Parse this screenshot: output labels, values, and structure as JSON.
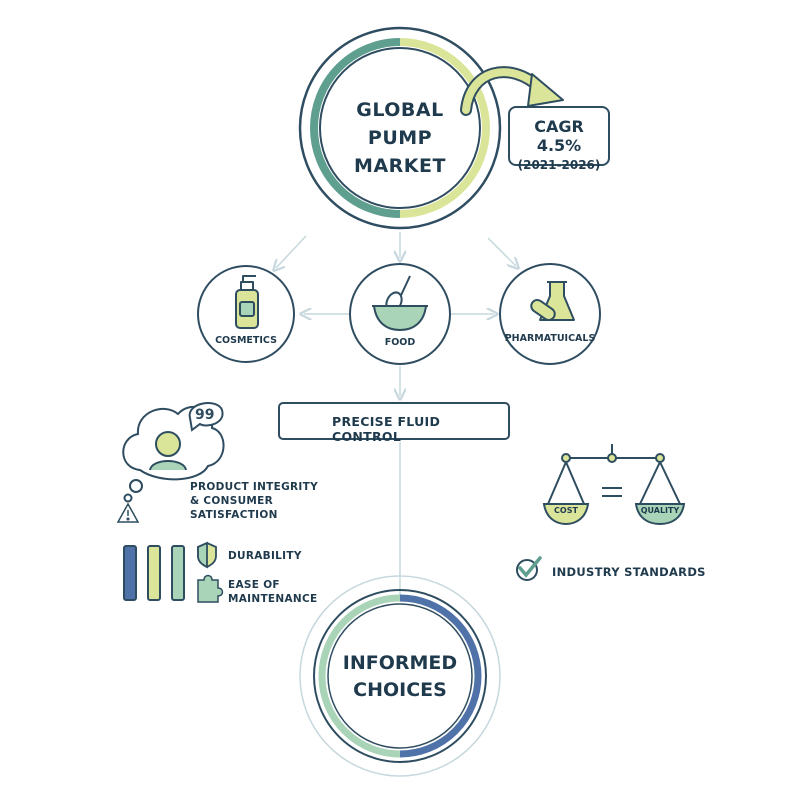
{
  "center": {
    "title_line1": "GLOBAL",
    "title_line2": "PUMP",
    "title_line3": "MARKET"
  },
  "cagr": {
    "value": "CAGR 4.5%",
    "years": "(2021-2026)"
  },
  "segments": [
    {
      "label": "COSMETICS",
      "icon": "pump-bottle-icon"
    },
    {
      "label": "FOOD",
      "icon": "mixing-bowl-icon"
    },
    {
      "label": "PHARMATUICALS",
      "icon": "flask-capsule-icon"
    }
  ],
  "focus": {
    "label": "PRECISE FLUID CONTROL",
    "icon": "gear-icon"
  },
  "consumer": {
    "line1": "PRODUCT INTEGRITY",
    "line2": "& CONSUMER",
    "line3": "SATISFACTION"
  },
  "features": {
    "durability": "DURABILITY",
    "maintenance_line1": "EASE OF",
    "maintenance_line2": "MAINTENANCE"
  },
  "balance": {
    "left": "COST",
    "right": "QUALITY",
    "icon": "balance-scale-icon"
  },
  "standards": {
    "label": "INDUSTRY STANDARDS",
    "icon": "checkmark-icon"
  },
  "outcome": {
    "line1": "INFORMED",
    "line2": "CHOICES"
  },
  "colors": {
    "navy": "#2f4d60",
    "teal": "#5e9f8f",
    "lime": "#dbe59a",
    "blue": "#4f72a9",
    "mint": "#a9d4b8",
    "connector": "#c6d8de"
  }
}
